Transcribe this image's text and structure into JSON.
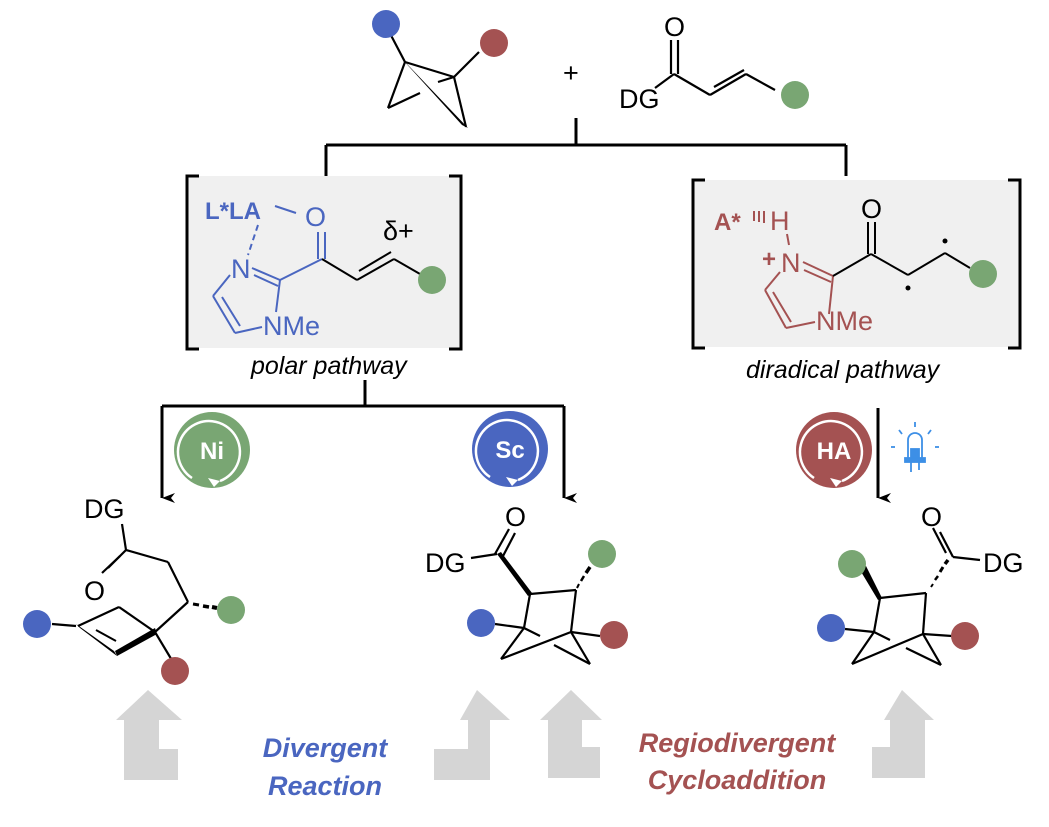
{
  "colors": {
    "blue": "#4a66c0",
    "red": "#a45252",
    "green": "#79a673",
    "panel": "#f0f0f0",
    "gray_arrow": "#d5d5d5",
    "led": "#3d8fe6",
    "black": "#000000"
  },
  "reactants": {
    "plus": "+",
    "enone": {
      "dg": "DG",
      "o": "O"
    }
  },
  "polar_intermediate": {
    "lewis_acid": "L*LA",
    "o": "O",
    "n": "N",
    "nme": "NMe",
    "delta": "δ+",
    "caption": "polar pathway"
  },
  "diradical_intermediate": {
    "acid": "A*",
    "h": "H",
    "plus": "+",
    "n": "N",
    "o": "O",
    "nme": "NMe",
    "caption": "diradical pathway"
  },
  "catalysts": [
    {
      "label": "Ni",
      "color": "green"
    },
    {
      "label": "Sc",
      "color": "blue"
    },
    {
      "label": "HA",
      "color": "red"
    }
  ],
  "light_icon": "led-light-icon",
  "products": {
    "ni": {
      "dg": "DG",
      "o": "O"
    },
    "sc": {
      "dg": "DG",
      "o": "O"
    },
    "ha": {
      "dg": "DG",
      "o": "O"
    }
  },
  "bottom_labels": {
    "divergent": [
      "Divergent",
      "Reaction"
    ],
    "regiodivergent": [
      "Regiodivergent",
      "Cycloaddition"
    ]
  }
}
